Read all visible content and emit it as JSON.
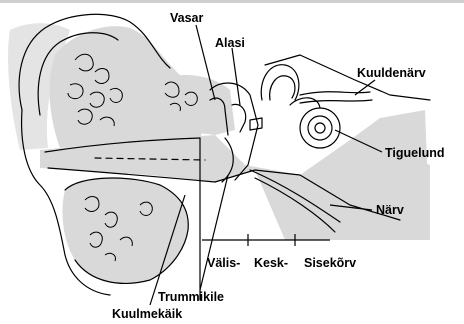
{
  "labels": {
    "vasar": "Vasar",
    "alasi": "Alasi",
    "kuuldenarv": "Kuuldenärv",
    "tiguelund": "Tiguelund",
    "narv": "Närv",
    "valis": "Välis-",
    "kesk": "Kesk-",
    "sisekorv": "Sisekõrv",
    "trummikile": "Trummikile",
    "kuulmekaik": "Kuulmekäik"
  },
  "colors": {
    "line": "#000000",
    "shade": "#d9d9d9",
    "background": "#ffffff"
  }
}
